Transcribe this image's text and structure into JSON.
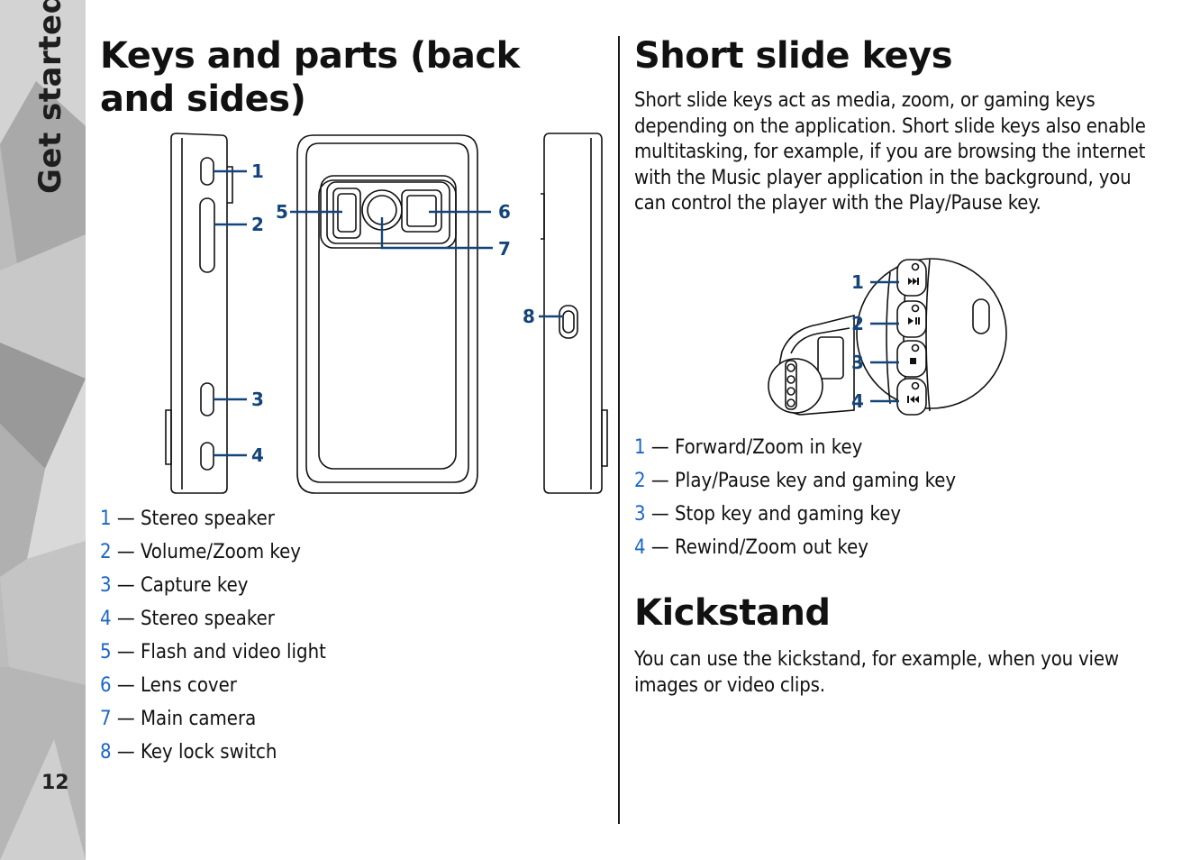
{
  "sidebar": {
    "title": "Get started",
    "page_number": "12"
  },
  "left": {
    "heading": "Keys and parts (back and sides)",
    "callouts": [
      "1",
      "2",
      "3",
      "4",
      "5",
      "6",
      "7",
      "8"
    ],
    "legend": [
      {
        "num": "1",
        "label": "— Stereo speaker"
      },
      {
        "num": "2",
        "label": "— Volume/Zoom key"
      },
      {
        "num": "3",
        "label": "— Capture key"
      },
      {
        "num": "4",
        "label": "— Stereo speaker"
      },
      {
        "num": "5",
        "label": "— Flash and video light"
      },
      {
        "num": "6",
        "label": "— Lens cover"
      },
      {
        "num": "7",
        "label": "— Main camera"
      },
      {
        "num": "8",
        "label": "— Key lock switch"
      }
    ]
  },
  "right": {
    "short_slide": {
      "heading": "Short slide keys",
      "body": "Short slide keys act as media, zoom, or gaming keys depending on the application. Short slide keys also enable multitasking, for example, if you are browsing the internet with the Music player application in the background, you can control the player with the Play/Pause key.",
      "callouts": [
        "1",
        "2",
        "3",
        "4"
      ],
      "legend": [
        {
          "num": "1",
          "label": "— Forward/Zoom in key"
        },
        {
          "num": "2",
          "label": "— Play/Pause key and gaming key"
        },
        {
          "num": "3",
          "label": "— Stop key and gaming key"
        },
        {
          "num": "4",
          "label": "— Rewind/Zoom out key"
        }
      ]
    },
    "kickstand": {
      "heading": "Kickstand",
      "body": "You can use the kickstand, for example, when you view images or video clips."
    }
  },
  "colors": {
    "accent": "#1b67c6",
    "callout": "#14457a",
    "sidebar": "#bcbcbc"
  }
}
